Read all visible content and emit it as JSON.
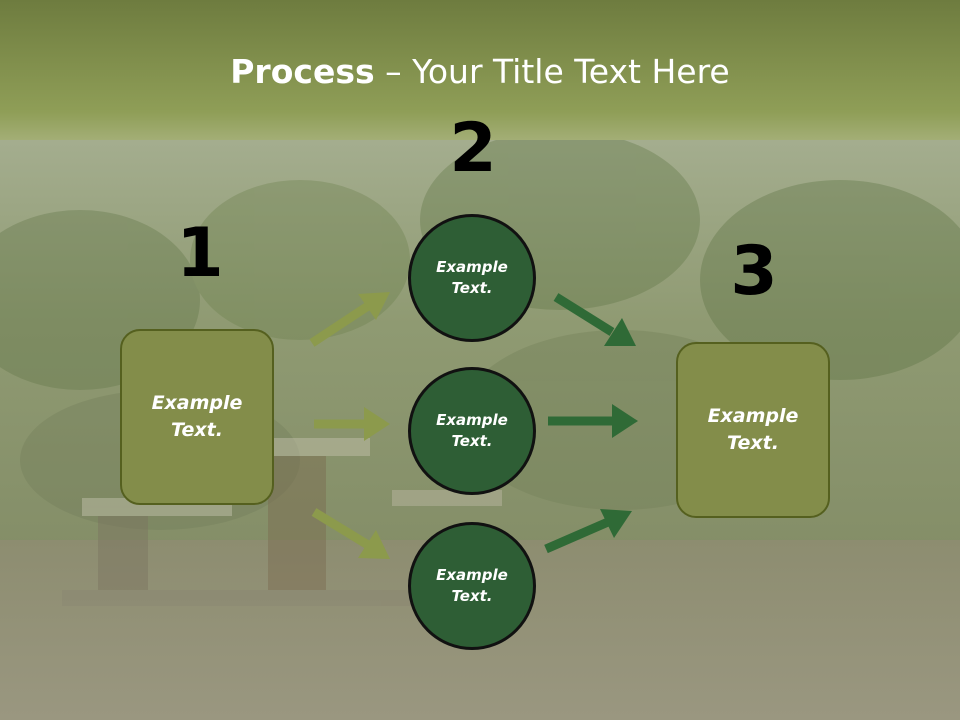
{
  "slide": {
    "title_bold": "Process",
    "title_rest": " – Your Title Text Here"
  },
  "steps": {
    "num1": "1",
    "num2": "2",
    "num3": "3"
  },
  "nodes": {
    "left_box": "Example\nText.",
    "top_circle": "Example\nText.",
    "middle_circle": "Example\nText.",
    "bottom_circle": "Example\nText.",
    "right_box": "Example\nText."
  },
  "colors": {
    "header_band": "#8e9d56",
    "box_fill": "#838d4a",
    "box_border": "#55601f",
    "circle_fill": "#2e5e35",
    "arrow_light": "#8c9a4c",
    "arrow_dark": "#2f6a36"
  }
}
